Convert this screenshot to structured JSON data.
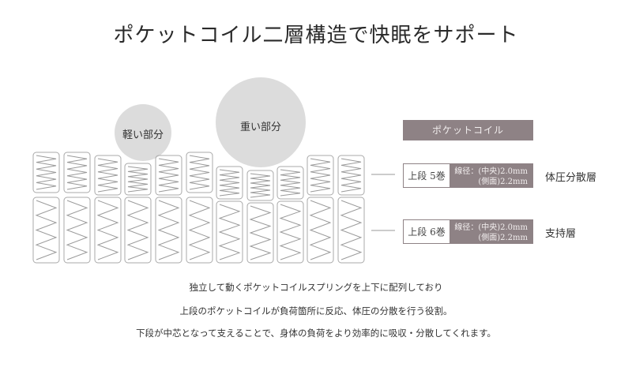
{
  "title": "ポケットコイル二層構造で快眠をサポート",
  "circles": {
    "light": "軽い部分",
    "heavy": "重い部分"
  },
  "legend": {
    "header": "ポケットコイル",
    "upper": {
      "label": "上段 5巻",
      "spec_line1": "線径：(中央)2.0mm",
      "spec_line2": "(側面)2.2mm",
      "layer": "体圧分散層"
    },
    "lower": {
      "label": "上段 6巻",
      "spec_line1": "線径：(中央)2.0mm",
      "spec_line2": "(側面)2.2mm",
      "layer": "支持層"
    }
  },
  "description": [
    "独立して動くポケットコイルスプリングを上下に配列しており",
    "上段のポケットコイルが負荷箇所に反応、体圧の分散を行う役割。",
    "下段が中芯となって支えることで、身体の負荷をより効率的に吸収・分散してくれます。"
  ],
  "colors": {
    "accent": "#8e8285",
    "circle": "#dcdcdc",
    "coil": "#9a9a9a"
  }
}
